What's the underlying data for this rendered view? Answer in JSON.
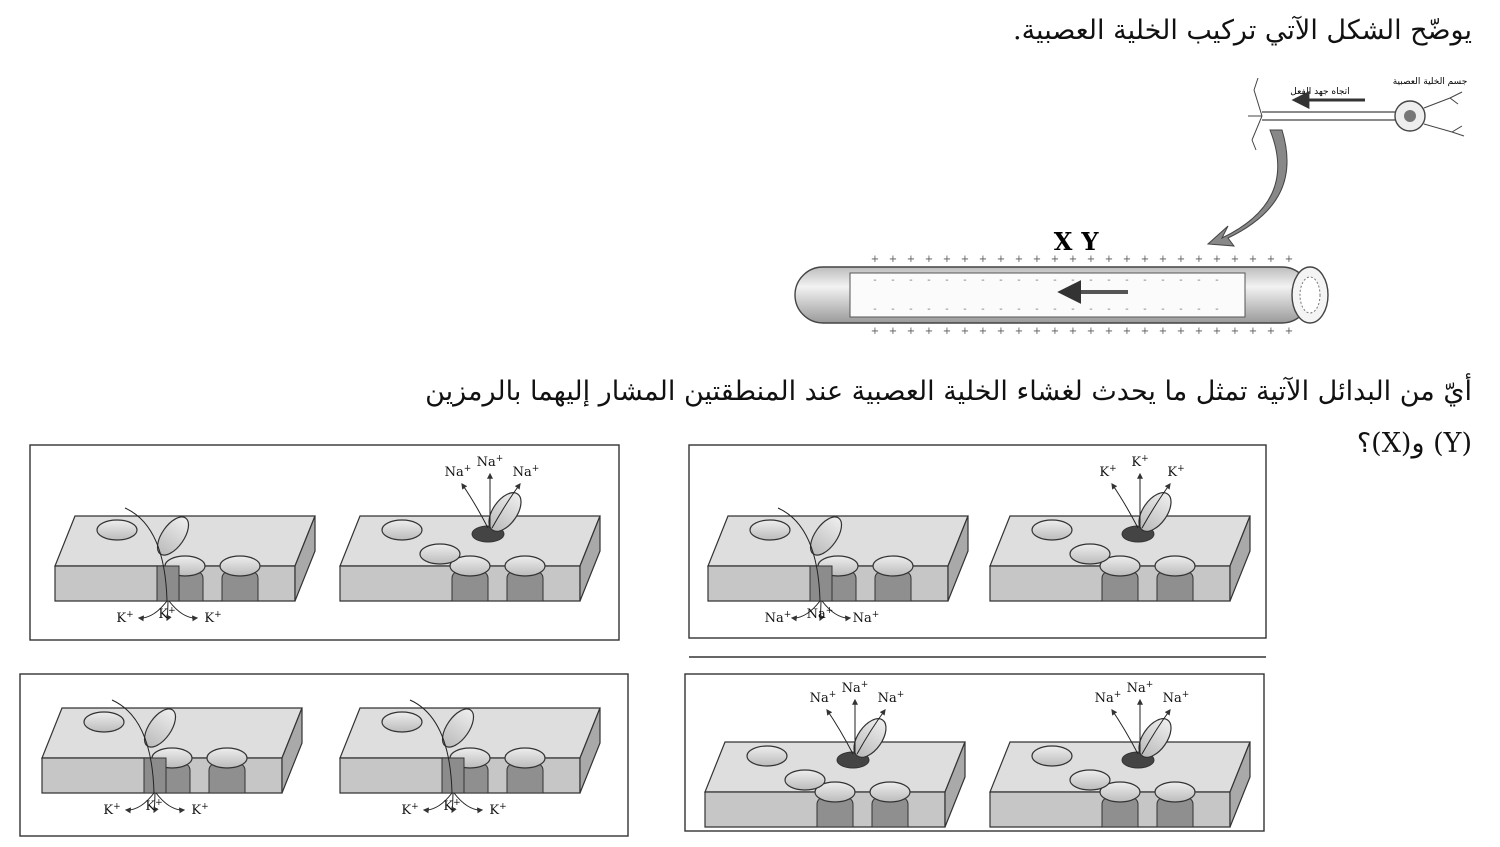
{
  "intro_text": "يوضّح الشكل الآتي تركيب الخلية العصبية.",
  "figure": {
    "cell_body_label": "جسم الخلية العصبية",
    "impulse_direction_label": "اتجاه جهد الفعل",
    "mark_x": "X",
    "mark_y": "Y"
  },
  "question_text": "أيّ من البدائل الآتية تمثل ما يحدث لغشاء الخلية العصبية عند المنطقتين المشار إليهما بالرمزين (Y) و(X)؟",
  "options": [
    {
      "position": "top-right",
      "left_diagram": {
        "channel": "open-through",
        "ions": [
          "Na+",
          "Na+",
          "Na+"
        ],
        "ion_flow": "down"
      },
      "right_diagram": {
        "channel": "open-top",
        "ions": [
          "K+",
          "K+",
          "K+"
        ],
        "ion_flow": "up"
      }
    },
    {
      "position": "top-left",
      "left_diagram": {
        "channel": "open-through",
        "ions": [
          "K+",
          "K+",
          "K+"
        ],
        "ion_flow": "down"
      },
      "right_diagram": {
        "channel": "open-top",
        "ions": [
          "Na+",
          "Na+",
          "Na+"
        ],
        "ion_flow": "up"
      }
    },
    {
      "position": "bottom-right",
      "left_diagram": {
        "channel": "open-top",
        "ions": [
          "Na+",
          "Na+",
          "Na+"
        ],
        "ion_flow": "up"
      },
      "right_diagram": {
        "channel": "open-top",
        "ions": [
          "Na+",
          "Na+",
          "Na+"
        ],
        "ion_flow": "up"
      }
    },
    {
      "position": "bottom-left",
      "left_diagram": {
        "channel": "open-through",
        "ions": [
          "K+",
          "K+",
          "K+"
        ],
        "ion_flow": "down"
      },
      "right_diagram": {
        "channel": "open-through",
        "ions": [
          "K+",
          "K+",
          "K+"
        ],
        "ion_flow": "down"
      }
    }
  ]
}
